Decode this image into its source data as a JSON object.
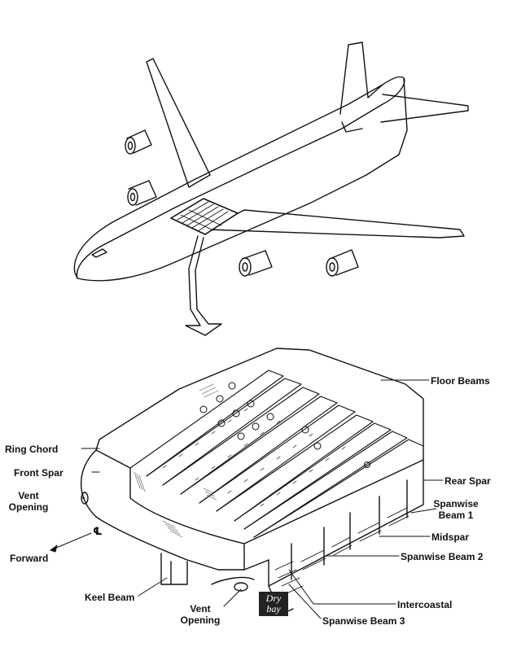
{
  "labels": {
    "floor_beams": "Floor Beams",
    "ring_chord": "Ring Chord",
    "front_spar": "Front Spar",
    "vent_opening_left": "Vent\nOpening",
    "rear_spar": "Rear Spar",
    "spanwise_beam_1": "Spanwise\nBeam 1",
    "midspar": "Midspar",
    "spanwise_beam_2": "Spanwise Beam 2",
    "forward": "Forward",
    "centerline_symbol": "℄",
    "keel_beam": "Keel Beam",
    "vent_opening_bottom": "Vent\nOpening",
    "intercoastal": "Intercoastal",
    "spanwise_beam_3": "Spanwise Beam 3",
    "dry_bay": "Dry\nbay"
  },
  "colors": {
    "ink": "#111111",
    "shade": "#555555",
    "background": "#ffffff"
  }
}
